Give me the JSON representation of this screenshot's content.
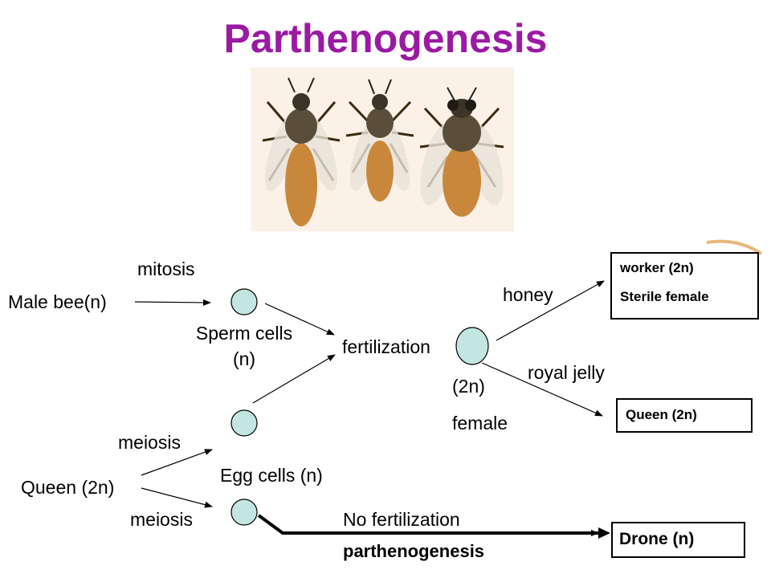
{
  "title": "Parthenogenesis",
  "colors": {
    "title": "#9b1aa3",
    "cell_fill": "#c4e6e2",
    "bee_body": "#c9873b",
    "bee_thorax": "#5a4e3a",
    "arrow": "#000000"
  },
  "labels": {
    "mitosis": "mitosis",
    "male_bee": "Male bee(n)",
    "sperm_cells_line1": "Sperm cells",
    "sperm_cells_line2": "(n)",
    "fertilization": "fertilization",
    "honey": "honey",
    "royal_jelly": "royal jelly",
    "diploid": "(2n)",
    "female": "female",
    "meiosis_top": "meiosis",
    "queen_parent": "Queen (2n)",
    "egg_cells": "Egg cells (n)",
    "meiosis_bottom": "meiosis",
    "no_fertilization": "No  fertilization",
    "parthenogenesis": "parthenogenesis"
  },
  "outcomes": {
    "worker_line1": "worker (2n)",
    "worker_line2": "Sterile female",
    "queen": "Queen (2n)",
    "drone": "Drone (n)"
  },
  "illustration_icons": [
    "worker-bee-icon",
    "queen-bee-icon",
    "drone-bee-icon"
  ]
}
